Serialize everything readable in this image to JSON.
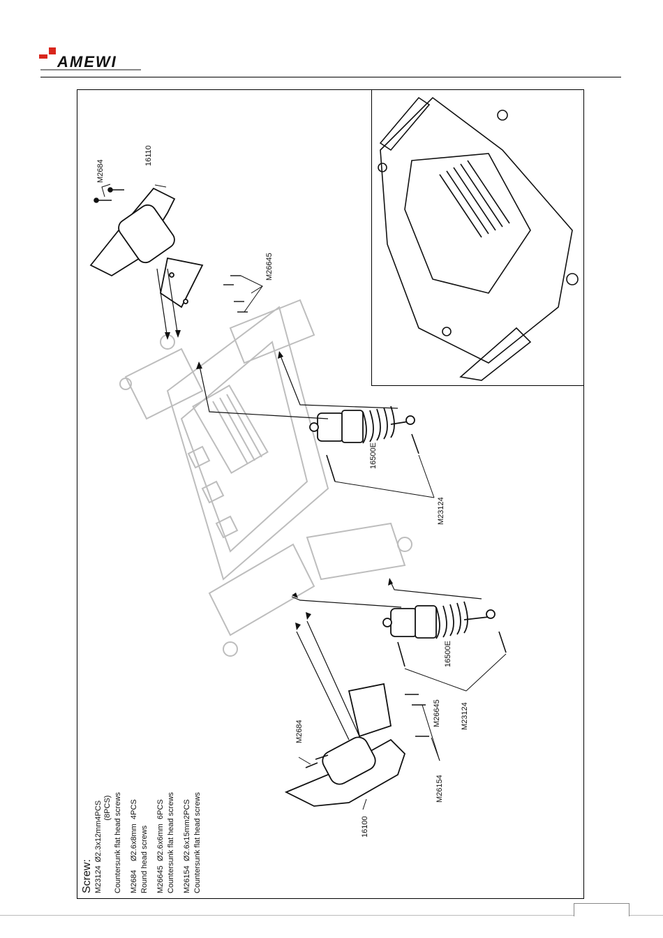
{
  "brand": {
    "name": "AMEWI"
  },
  "legend": {
    "title": "Screw:",
    "items": [
      {
        "code": "M23124",
        "size": "Ø2.3x12mm",
        "qty": "4PCS (8PCS)",
        "desc": "Countersunk flat head screws"
      },
      {
        "code": "M2684",
        "size": "Ø2.6x8mm",
        "qty": "4PCS",
        "desc": "Round head screws"
      },
      {
        "code": "M26645",
        "size": "Ø2.6x6mm",
        "qty": "6PCS",
        "desc": "Countersunk flat head screws"
      },
      {
        "code": "M26154",
        "size": "Ø2.6x15mm",
        "qty": "2PCS",
        "desc": "Countersunk flat head screws"
      }
    ]
  },
  "callouts": {
    "m2684_top": "M2684",
    "p16110": "16110",
    "m26645_top": "M26645",
    "p16500e_top": "16500E",
    "m23124_top": "M23124",
    "p16500e_bottom": "16500E",
    "m23124_bottom": "M23124",
    "m26645_bottom": "M26645",
    "m2684_bottom": "M2684",
    "m26154": "M26154",
    "p16100": "16100"
  },
  "colors": {
    "brand_red": "#d9261c",
    "line": "#111111",
    "ghost": "#bdbdbd"
  }
}
